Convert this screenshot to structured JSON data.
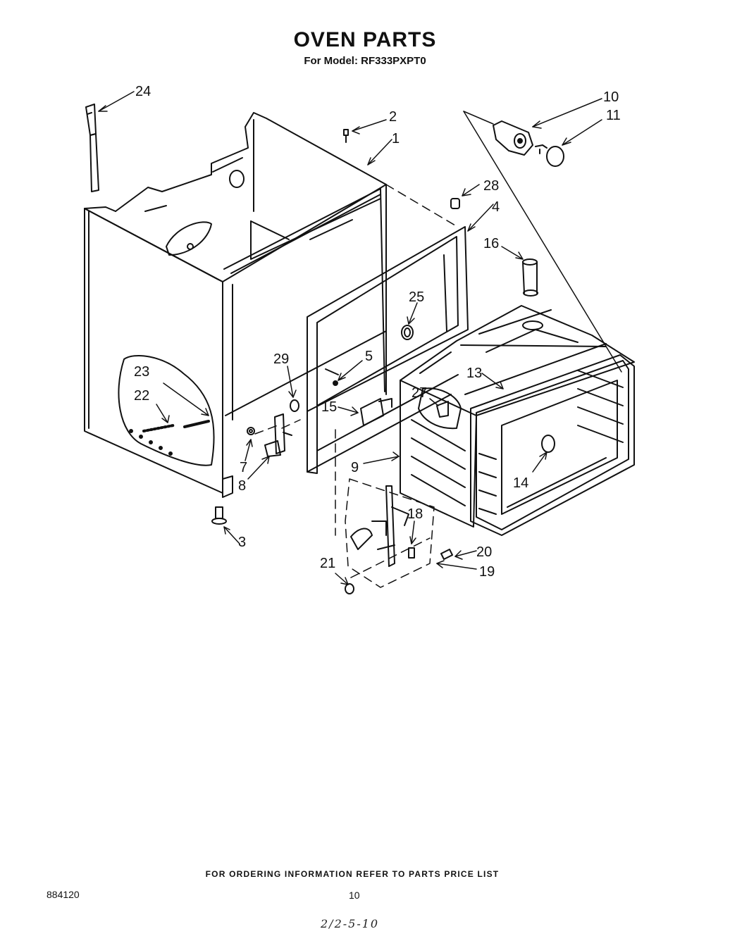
{
  "header": {
    "title": "OVEN PARTS",
    "model_line": "For Model: RF333PXPT0"
  },
  "callouts": {
    "c1": "1",
    "c2": "2",
    "c3": "3",
    "c4": "4",
    "c5": "5",
    "c7": "7",
    "c8": "8",
    "c9": "9",
    "c10": "10",
    "c11": "11",
    "c13": "13",
    "c14": "14",
    "c15": "15",
    "c16": "16",
    "c18": "18",
    "c19": "19",
    "c20": "20",
    "c21": "21",
    "c22": "22",
    "c23": "23",
    "c24": "24",
    "c25": "25",
    "c27": "27",
    "c28": "28",
    "c29": "29"
  },
  "footer": {
    "ordering_note": "FOR ORDERING INFORMATION REFER TO PARTS PRICE LIST",
    "document_number": "884120",
    "page_number": "10",
    "handwritten_note": "2/2-5-10"
  }
}
